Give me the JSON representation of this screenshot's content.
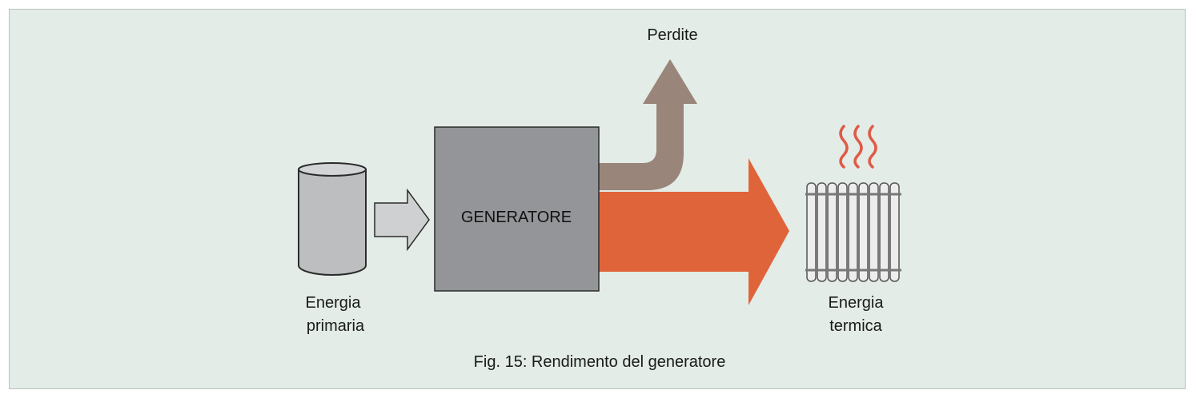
{
  "labels": {
    "losses": "Perdite",
    "generator": "GENERATORE",
    "primary_line1": "Energia",
    "primary_line2": "primaria",
    "thermal_line1": "Energia",
    "thermal_line2": "termica"
  },
  "caption": "Fig. 15: Rendimento del generatore",
  "colors": {
    "background": "#e3ece6",
    "tank": "#bcbec0",
    "input_arrow": "#cfd0d1",
    "generator": "#939598",
    "losses_arrow": "#998579",
    "heat_arrow": "#e0643a",
    "heat_waves": "#e05a45",
    "radiator": "#ededed"
  },
  "icons": [
    "tank-icon",
    "radiator-icon",
    "heat-waves-icon"
  ]
}
